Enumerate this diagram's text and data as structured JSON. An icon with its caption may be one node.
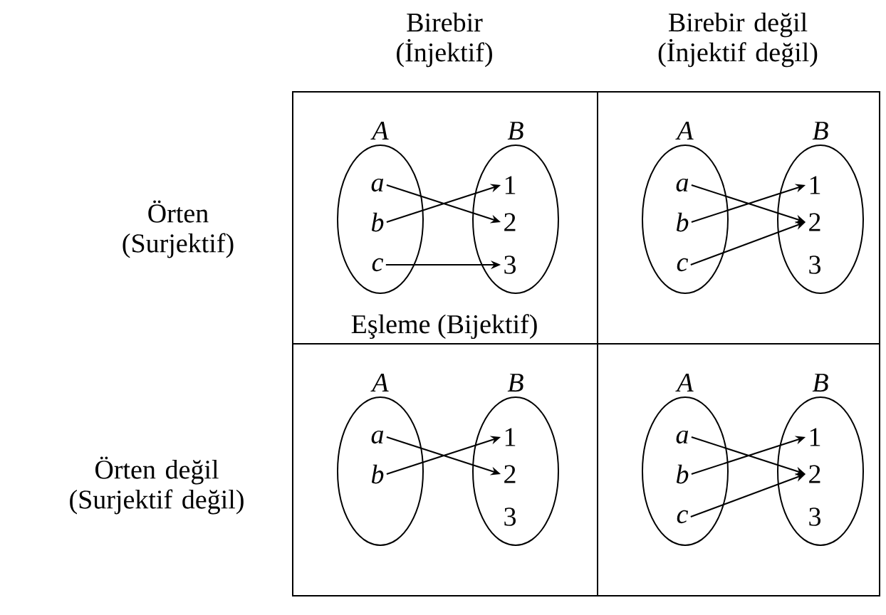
{
  "diagram": {
    "nodes": [
      {
        "text": [
          "Eşleme (Bijektif)"
        ]
      },
      {
        "text": [
          "A"
        ],
        "in": 0
      },
      {
        "text": [
          "a"
        ],
        "in": 1
      },
      {
        "text": [
          "b"
        ],
        "in": 1
      },
      {
        "text": [
          "c"
        ],
        "in": 1
      },
      {
        "text": [
          "B"
        ],
        "in": 0
      },
      {
        "text": [
          "1"
        ],
        "in": 5
      },
      {
        "text": [
          "2"
        ],
        "in": 5
      },
      {
        "text": [
          "3"
        ],
        "in": 5
      },
      {
        "text": [],
        "shape": "box"
      },
      {
        "text": [
          "A"
        ],
        "in": 9
      },
      {
        "text": [
          "a"
        ],
        "in": 10
      },
      {
        "text": [
          "b"
        ],
        "in": 10
      },
      {
        "text": [
          "c"
        ],
        "in": 10
      },
      {
        "text": [
          "B"
        ],
        "in": 9
      },
      {
        "text": [
          "1"
        ],
        "in": 14
      },
      {
        "text": [
          "2"
        ],
        "in": 14
      },
      {
        "text": [
          "3"
        ],
        "in": 14
      },
      {
        "text": [],
        "shape": "box"
      },
      {
        "text": [
          "A"
        ],
        "in": 18
      },
      {
        "text": [
          "a"
        ],
        "in": 19
      },
      {
        "text": [
          "b"
        ],
        "in": 19
      },
      {
        "text": [
          "B"
        ],
        "in": 18
      },
      {
        "text": [
          "1"
        ],
        "in": 22
      },
      {
        "text": [
          "2"
        ],
        "in": 22
      },
      {
        "text": [
          "3"
        ],
        "in": 22
      },
      {
        "text": [],
        "shape": "box"
      },
      {
        "text": [
          "A"
        ],
        "in": 26
      },
      {
        "text": [
          "a"
        ],
        "in": 27
      },
      {
        "text": [
          "b"
        ],
        "in": 27
      },
      {
        "text": [
          "c"
        ],
        "in": 27
      },
      {
        "text": [
          "B"
        ],
        "in": 26
      },
      {
        "text": [
          "1"
        ],
        "in": 31
      },
      {
        "text": [
          "2"
        ],
        "in": 31
      },
      {
        "text": [
          "3"
        ],
        "in": 31
      }
    ],
    "edges": [
      {
        "from": 2,
        "to": 7,
        "arrow": "to"
      },
      {
        "from": 3,
        "to": 6,
        "arrow": "to"
      },
      {
        "from": 4,
        "to": 8,
        "arrow": "to"
      },
      {
        "from": 11,
        "to": 16,
        "arrow": "to"
      },
      {
        "from": 12,
        "to": 15,
        "arrow": "to"
      },
      {
        "from": 13,
        "to": 16,
        "arrow": "to"
      },
      {
        "from": 20,
        "to": 24,
        "arrow": "to"
      },
      {
        "from": 21,
        "to": 23,
        "arrow": "to"
      },
      {
        "from": 28,
        "to": 33,
        "arrow": "to"
      },
      {
        "from": 29,
        "to": 32,
        "arrow": "to"
      },
      {
        "from": 30,
        "to": 33,
        "arrow": "to"
      }
    ],
    "labels": [
      "Birebir (İnjektif)",
      "Birebir değil (İnjektif değil)",
      "Örten (Surjektif)",
      "Örten değil (Surjektif değil)"
    ]
  }
}
